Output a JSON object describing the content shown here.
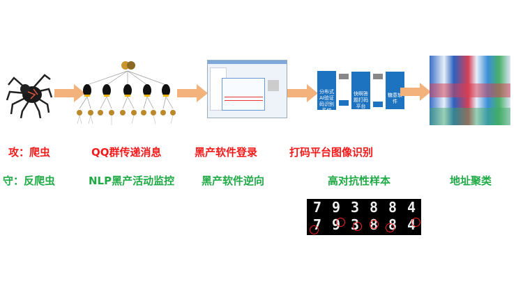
{
  "attack": {
    "prefix": "攻：",
    "items": [
      "爬虫",
      "QQ群传递消息",
      "黑产软件登录",
      "打码平台图像识别"
    ]
  },
  "defense": {
    "prefix": "守：",
    "items": [
      "反爬虫",
      "NLP黑产活动监控",
      "黑产软件逆向",
      "高对抗性样本",
      "地址聚类"
    ]
  },
  "platform": {
    "box1": "分布式AI验证码识别系统",
    "box2": "快啊答题打码平台",
    "box3": "糖意软件"
  },
  "mnist": {
    "digits": [
      "7",
      "9",
      "3",
      "8",
      "8",
      "4"
    ]
  },
  "colors": {
    "attack": "#f41a1a",
    "defense": "#1faa45",
    "arrow": "#f3b27c",
    "platform": "#1e73c0"
  }
}
